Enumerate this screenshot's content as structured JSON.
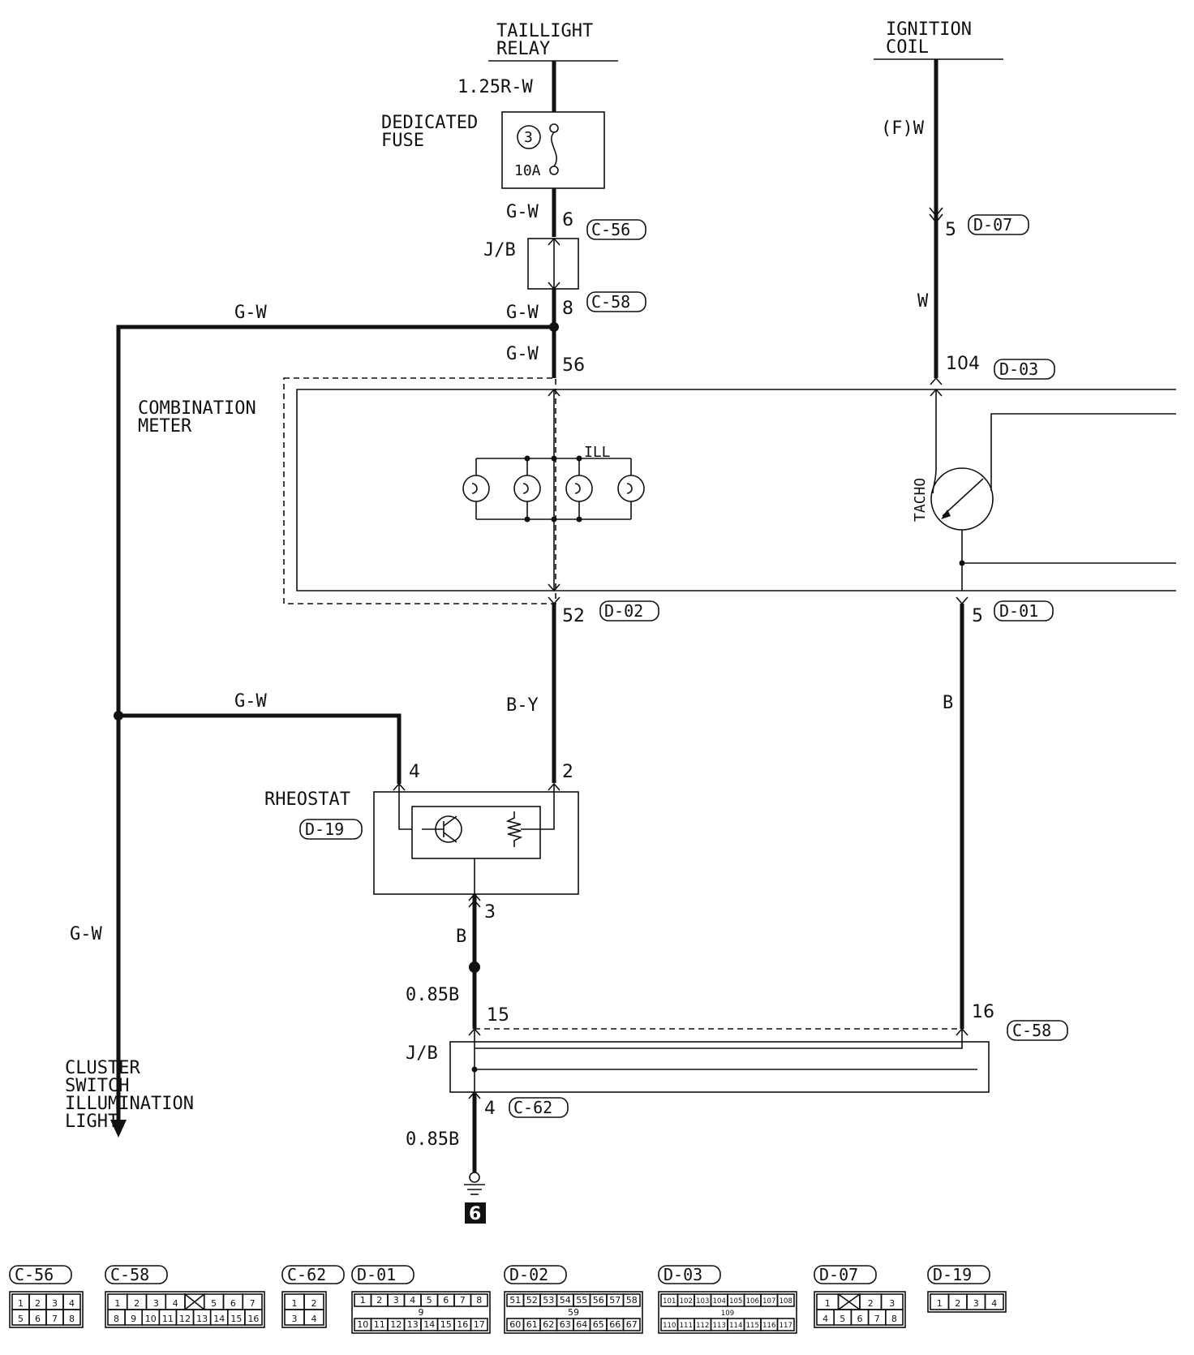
{
  "taillight_relay": {
    "line1": "TAILLIGHT",
    "line2": "RELAY"
  },
  "ignition_coil": {
    "line1": "IGNITION",
    "line2": "COIL"
  },
  "wires": {
    "relay_out": "1.25R-W",
    "gw_a": "G-W",
    "gw_b": "G-W",
    "gw_c": "G-W",
    "gw_left_top": "G-W",
    "gw_mid": "G-W",
    "gw_left_bottom": "G-W",
    "by": "B-Y",
    "b_rheostat": "B",
    "b085_top": "0.85B",
    "b085_bottom": "0.85B",
    "fw": "(F)W",
    "w": "W",
    "b_right": "B"
  },
  "fuse": {
    "title1": "DEDICATED",
    "title2": "FUSE",
    "number": "3",
    "rating": "10A"
  },
  "junction_block": {
    "label_top": "J/B",
    "label_bottom": "J/B"
  },
  "combination_meter": {
    "line1": "COMBINATION",
    "line2": "METER",
    "ill": "ILL",
    "tacho": "TACHO"
  },
  "rheostat": {
    "label": "RHEOSTAT",
    "connector": "D-19"
  },
  "cluster_switch": {
    "line1": "CLUSTER",
    "line2": "SWITCH",
    "line3": "ILLUMINATION",
    "line4": "LIGHT"
  },
  "ground": {
    "number": "6"
  },
  "pins": {
    "p6": "6",
    "p8": "8",
    "p56": "56",
    "p52": "52",
    "p4_rheo": "4",
    "p2_rheo": "2",
    "p3_rheo": "3",
    "p15": "15",
    "p16": "16",
    "p4_c62": "4",
    "p5_d07": "5",
    "p104": "104",
    "p5_d01": "5"
  },
  "connector_tags": {
    "c56": "C-56",
    "c58_top": "C-58",
    "c58_bottom": "C-58",
    "c62": "C-62",
    "d02": "D-02",
    "d07": "D-07",
    "d03": "D-03",
    "d01": "D-01"
  },
  "connector_legend": [
    {
      "name": "C-56",
      "rows": [
        [
          "1",
          "2",
          "3",
          "4"
        ],
        [
          "5",
          "6",
          "7",
          "8"
        ]
      ]
    },
    {
      "name": "C-58",
      "rows": [
        [
          "1",
          "2",
          "3",
          "4",
          "",
          "5",
          "6",
          "7"
        ],
        [
          "8",
          "9",
          "10",
          "11",
          "12",
          "13",
          "14",
          "15",
          "16"
        ]
      ]
    },
    {
      "name": "C-62",
      "rows": [
        [
          "1",
          "2"
        ],
        [
          "3",
          "4"
        ]
      ]
    },
    {
      "name": "D-01",
      "rows": [
        [
          "1",
          "2",
          "3",
          "4",
          "5",
          "6",
          "7",
          "8"
        ],
        [
          "9"
        ],
        [
          "10",
          "11",
          "12",
          "13",
          "14",
          "15",
          "16",
          "17"
        ]
      ]
    },
    {
      "name": "D-02",
      "rows": [
        [
          "51",
          "52",
          "53",
          "54",
          "55",
          "56",
          "57",
          "58"
        ],
        [
          "59"
        ],
        [
          "60",
          "61",
          "62",
          "63",
          "64",
          "65",
          "66",
          "67"
        ]
      ]
    },
    {
      "name": "D-03",
      "rows": [
        [
          "101",
          "102",
          "103",
          "104",
          "105",
          "106",
          "107",
          "108"
        ],
        [
          "109"
        ],
        [
          "110",
          "111",
          "112",
          "113",
          "114",
          "115",
          "116",
          "117"
        ]
      ]
    },
    {
      "name": "D-07",
      "rows": [
        [
          "1",
          "",
          "2",
          "3"
        ],
        [
          "4",
          "5",
          "6",
          "7",
          "8"
        ]
      ]
    },
    {
      "name": "D-19",
      "rows": [
        [
          "1",
          "2",
          "3",
          "4"
        ]
      ]
    }
  ]
}
